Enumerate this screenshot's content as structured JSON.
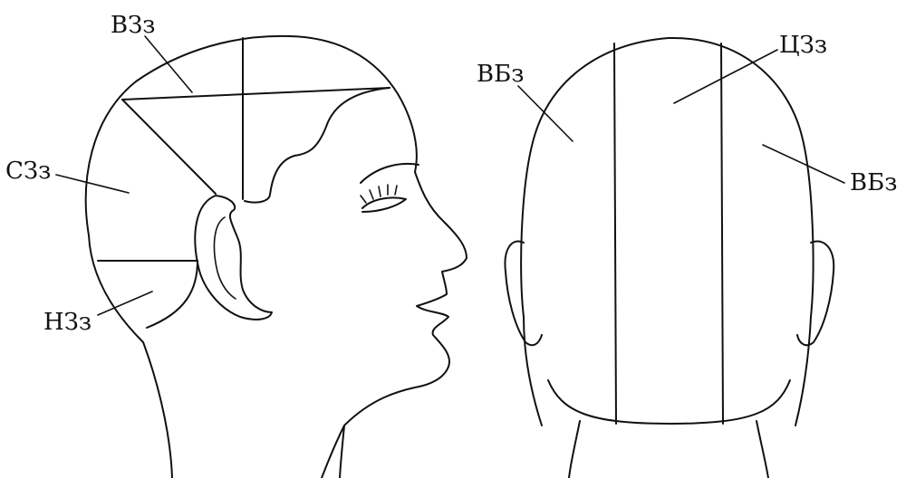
{
  "side_view": {
    "labels": {
      "crown": "ВЗз",
      "middle": "СЗз",
      "lower": "НЗз"
    }
  },
  "back_view": {
    "labels": {
      "left": "ВБз",
      "center": "ЦЗз",
      "right": "ВБз"
    }
  },
  "colors": {
    "ink": "#111111",
    "background": "#ffffff"
  }
}
